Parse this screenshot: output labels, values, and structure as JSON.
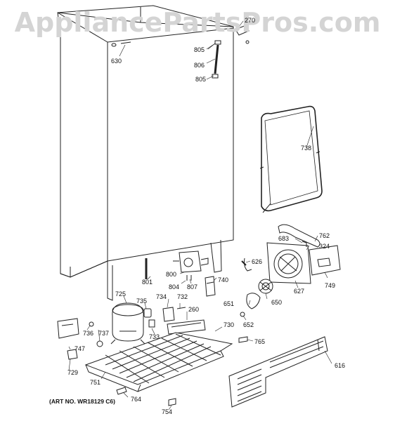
{
  "watermark": "AppliancePartsPros.com",
  "art_number": "(ART NO. WR18129 C6)",
  "callouts": {
    "c270": "270",
    "c630": "630",
    "c805a": "805",
    "c806": "806",
    "c805b": "805",
    "c738": "738",
    "c762": "762",
    "c683": "683",
    "c324": "324",
    "c626": "626",
    "c800": "800",
    "c801": "801",
    "c804": "804",
    "c807": "807",
    "c740": "740",
    "c627": "627",
    "c749": "749",
    "c725": "725",
    "c734": "734",
    "c735": "735",
    "c732": "732",
    "c260": "260",
    "c651": "651",
    "c650": "650",
    "c652": "652",
    "c736": "736",
    "c737": "737",
    "c733": "733",
    "c730": "730",
    "c765": "765",
    "c747": "747",
    "c729": "729",
    "c616": "616",
    "c751": "751",
    "c764": "764",
    "c754": "754"
  }
}
